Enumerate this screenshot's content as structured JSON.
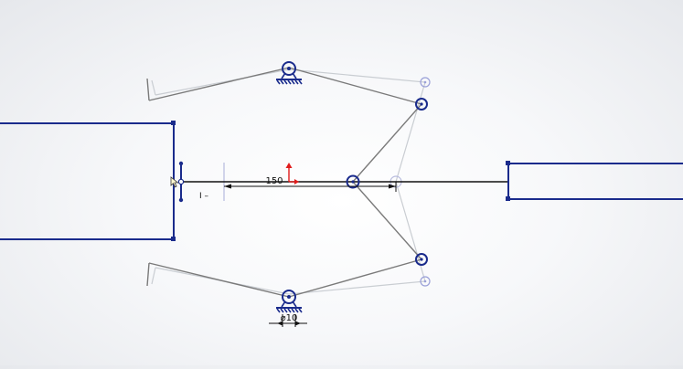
{
  "sketch": {
    "dimensions": {
      "main_length": "150",
      "small_marker": "I –",
      "diameter": "⌀10"
    },
    "colors": {
      "selected": "#1a2b8c",
      "link_dark": "#707070",
      "link_ghost": "#c4c8cc",
      "point_ghost": "#9aa0d8",
      "axis_red": "#e01b1b",
      "background": "#f4f5f7"
    },
    "icons": [
      "pin-joint-icon",
      "ground-symbol-icon",
      "origin-icon",
      "sketch-point-icon",
      "cursor-icon"
    ]
  }
}
